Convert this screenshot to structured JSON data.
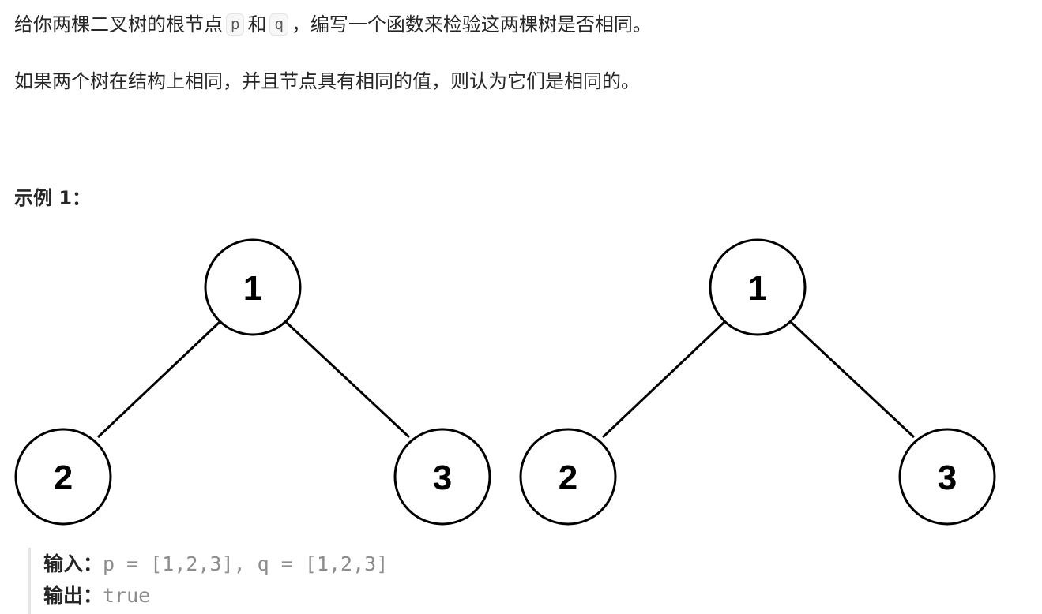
{
  "problem": {
    "statement_before_p": "给你两棵二叉树的根节点",
    "var_p": "p",
    "statement_between": "和",
    "var_q": "q",
    "statement_after_q": "，编写一个函数来检验这两棵树是否相同。",
    "statement_2": "如果两个树在结构上相同，并且节点具有相同的值，则认为它们是相同的。"
  },
  "example": {
    "title": "示例 1：",
    "input_label": "输入：",
    "input_value": "p = [1,2,3], q = [1,2,3]",
    "output_label": "输出：",
    "output_value": "true"
  },
  "trees": [
    {
      "root": "1",
      "left": "2",
      "right": "3"
    },
    {
      "root": "1",
      "left": "2",
      "right": "3"
    }
  ]
}
